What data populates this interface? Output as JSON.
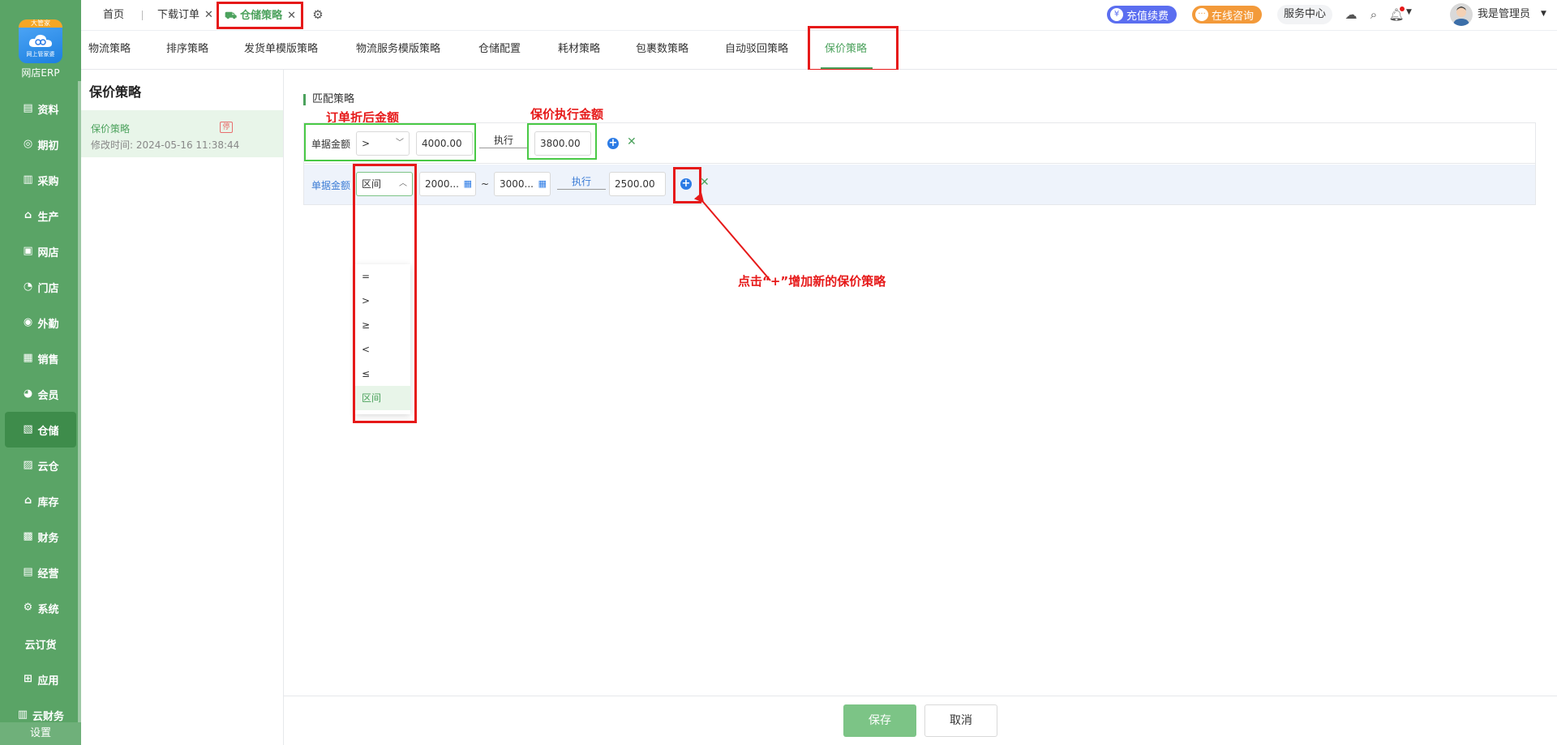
{
  "sidebar": {
    "logo_top": "大管家",
    "logo_sub": "网上管家婆",
    "app_name": "网店ERP",
    "items": [
      {
        "label": "资料",
        "icon": "▤"
      },
      {
        "label": "期初",
        "icon": "◎"
      },
      {
        "label": "采购",
        "icon": "▥"
      },
      {
        "label": "生产",
        "icon": "⌂"
      },
      {
        "label": "网店",
        "icon": "▣"
      },
      {
        "label": "门店",
        "icon": "◔"
      },
      {
        "label": "外勤",
        "icon": "◉"
      },
      {
        "label": "销售",
        "icon": "▦"
      },
      {
        "label": "会员",
        "icon": "◕"
      },
      {
        "label": "仓储",
        "icon": "▧"
      },
      {
        "label": "云仓",
        "icon": "▨"
      },
      {
        "label": "库存",
        "icon": "⌂"
      },
      {
        "label": "财务",
        "icon": "▩"
      },
      {
        "label": "经营",
        "icon": "▤"
      },
      {
        "label": "系统",
        "icon": "⚙"
      },
      {
        "label": "云订货",
        "icon": ""
      },
      {
        "label": "应用",
        "icon": "⊞"
      },
      {
        "label": "云财务",
        "icon": "▥"
      }
    ],
    "bottom_label": "设置"
  },
  "topbar": {
    "tabs": [
      {
        "label": "首页"
      },
      {
        "label": "下载订单"
      },
      {
        "label": "仓储策略"
      }
    ],
    "recharge": "充值续费",
    "consult": "在线咨询",
    "service": "服务中心",
    "username": "我是管理员"
  },
  "subtabs": [
    "物流策略",
    "排序策略",
    "发货单模版策略",
    "物流服务模版策略",
    "仓储配置",
    "耗材策略",
    "包裹数策略",
    "自动驳回策略",
    "保价策略"
  ],
  "list": {
    "title": "保价策略",
    "item_name": "保价策略",
    "item_badge": "停",
    "item_time": "修改时间: 2024-05-16 11:38:44"
  },
  "content": {
    "section_title": "匹配策略",
    "row1": {
      "label": "单据金额",
      "operator": ">",
      "amount": "4000.00",
      "exec_label": "执行",
      "exec_amount": "3800.00"
    },
    "row2": {
      "label": "单据金额",
      "operator": "区间",
      "from": "2000...",
      "tilde": "~",
      "to": "3000...",
      "exec_label": "执行",
      "exec_amount": "2500.00"
    },
    "dropdown_options": [
      "=",
      ">",
      "≥",
      "<",
      "≤",
      "区间"
    ],
    "annotations": {
      "order_amount": "订单折后金额",
      "exec_amount": "保价执行金额",
      "add_hint": "点击“+”增加新的保价策略"
    }
  },
  "footer": {
    "save": "保存",
    "cancel": "取消"
  },
  "colors": {
    "brand_green": "#5aa466",
    "accent_green": "#4ca25d",
    "annotation_red": "#e61919",
    "highlight_green": "#49c946",
    "plus_blue": "#2c7be5"
  }
}
